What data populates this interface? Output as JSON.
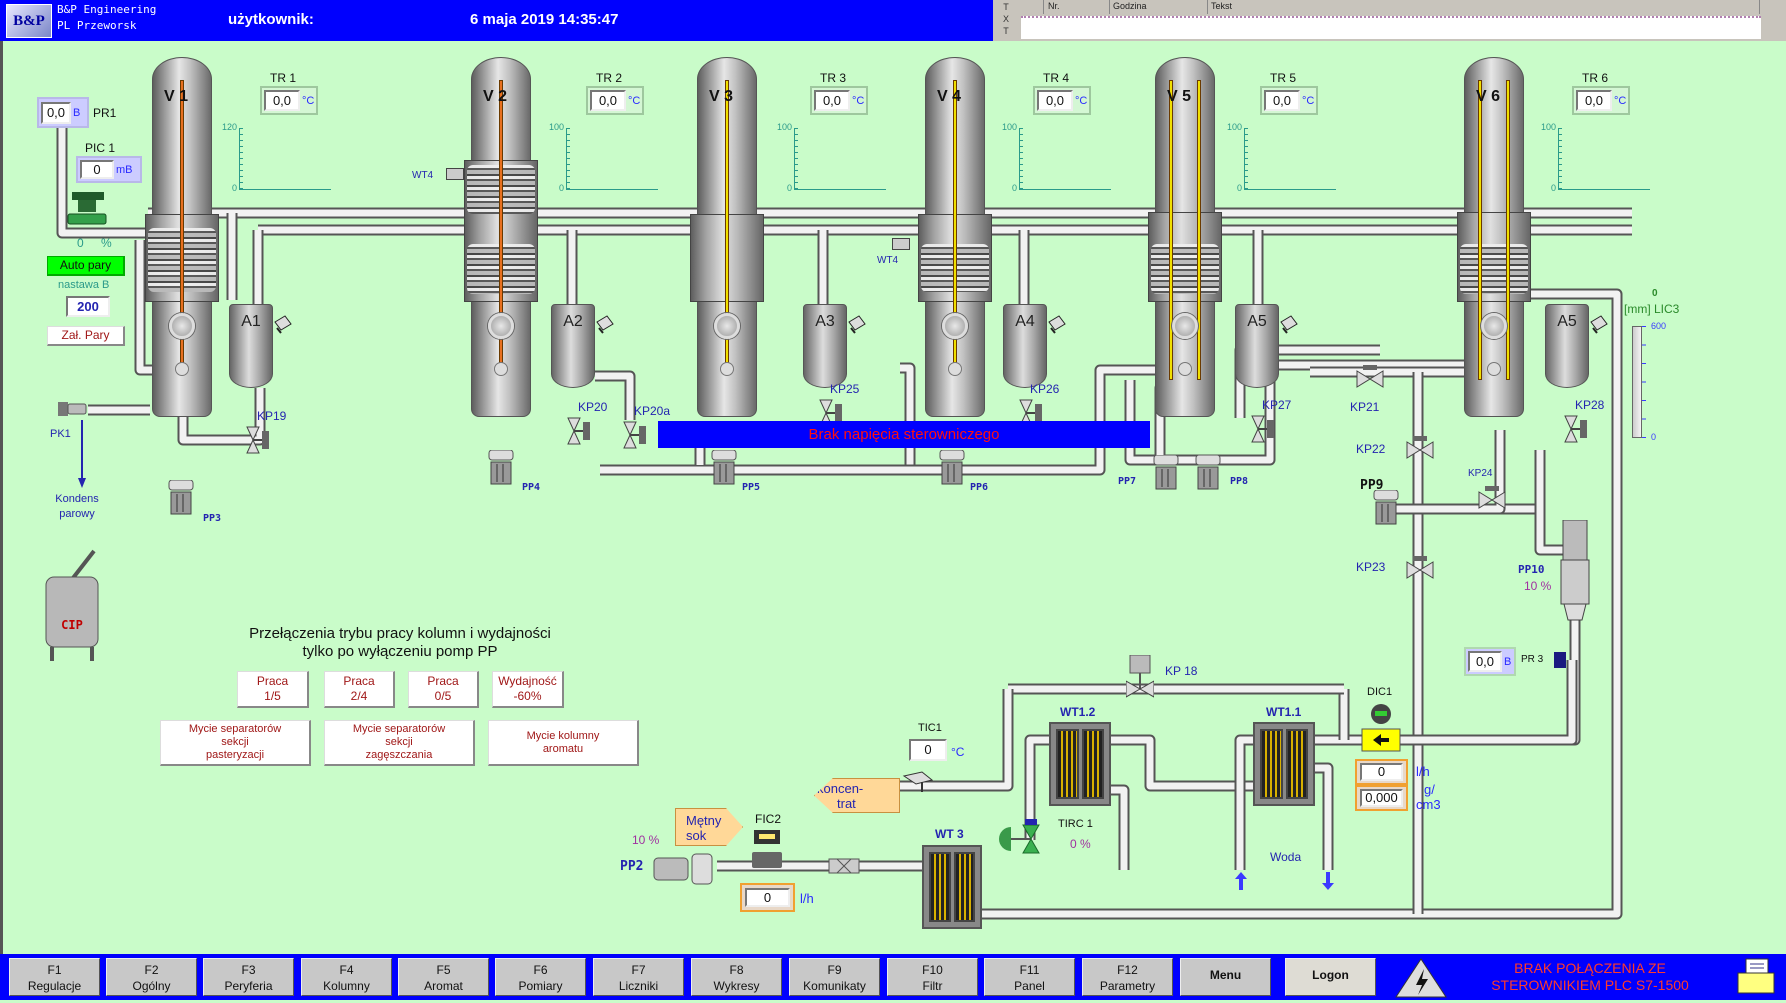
{
  "header": {
    "company_line1": "B&P Engineering",
    "company_line2": "PL Przeworsk",
    "logo_text": "B&P",
    "user_label": "użytkownik:",
    "datetime": "6 maja 2019 14:35:47",
    "txt_bar": [
      "T",
      "X",
      "T"
    ],
    "alarm_columns": [
      "Nr.",
      "Godzina",
      "Tekst"
    ]
  },
  "columns": [
    {
      "name": "V 1",
      "tr_label": "TR 1",
      "tr_value": "0,0",
      "tr_unit": "°C",
      "chart_max": "120",
      "chart_min": "0",
      "separator": "A1"
    },
    {
      "name": "V 2",
      "tr_label": "TR 2",
      "tr_value": "0,0",
      "tr_unit": "°C",
      "chart_max": "100",
      "chart_min": "0",
      "separator": "A2"
    },
    {
      "name": "V 3",
      "tr_label": "TR 3",
      "tr_value": "0,0",
      "tr_unit": "°C",
      "chart_max": "100",
      "chart_min": "0",
      "separator": "A3"
    },
    {
      "name": "V 4",
      "tr_label": "TR 4",
      "tr_value": "0,0",
      "tr_unit": "°C",
      "chart_max": "100",
      "chart_min": "0",
      "separator": "A4"
    },
    {
      "name": "V 5",
      "tr_label": "TR 5",
      "tr_value": "0,0",
      "tr_unit": "°C",
      "chart_max": "100",
      "chart_min": "0",
      "separator": "A5"
    },
    {
      "name": "V 6",
      "tr_label": "TR 6",
      "tr_value": "0,0",
      "tr_unit": "°C",
      "chart_max": "100",
      "chart_min": "0",
      "separator": "A5"
    }
  ],
  "steam": {
    "pr1_value": "0,0",
    "pr1_unit": "B",
    "pr1_label": "PR1",
    "pic1_label": "PIC 1",
    "pic1_value": "0",
    "pic1_unit": "mB",
    "valve_value": "0",
    "valve_unit": "%",
    "auto_button": "Auto pary",
    "setpoint_label": "nastawa  B",
    "setpoint_value": "200",
    "on_button": "Zał. Pary",
    "pk1_label": "PK1",
    "condensate_label": "Kondens parowy",
    "cip_label": "CIP"
  },
  "valves": {
    "kp19": "KP19",
    "kp20": "KP20",
    "kp20a": "KP20a",
    "kp25": "KP25",
    "kp26": "KP26",
    "kp27": "KP27",
    "kp28": "KP28",
    "kp21": "KP21",
    "kp22": "KP22",
    "kp23": "KP23",
    "kp24": "KP24",
    "kp18": "KP 18",
    "wt4_a": "WT4",
    "wt4_b": "WT4"
  },
  "pumps": {
    "pp3": "PP3",
    "pp4": "PP4",
    "pp5": "PP5",
    "pp6": "PP6",
    "pp7": "PP7",
    "pp8": "PP8",
    "pp9": "PP9",
    "pp10": "PP10",
    "pp10_value": "10  %",
    "pp2": "PP2",
    "pp2_value": "10  %"
  },
  "banner": "Brak napięcia sterowniczego",
  "mode": {
    "note_line1": "Przełączenia trybu pracy kolumn i wydajności",
    "note_line2": "tylko po wyłączeniu pomp PP",
    "buttons": [
      {
        "l1": "Praca",
        "l2": "1/5"
      },
      {
        "l1": "Praca",
        "l2": "2/4"
      },
      {
        "l1": "Praca",
        "l2": "0/5"
      },
      {
        "l1": "Wydajność",
        "l2": "-60%"
      }
    ],
    "wash": [
      {
        "l1": "Mycie separatorów",
        "l2": "sekcji",
        "l3": "pasteryzacji"
      },
      {
        "l1": "Mycie separatorów",
        "l2": "sekcji",
        "l3": "zagęszczania"
      },
      {
        "l1": "Mycie kolumny",
        "l2": "aromatu",
        "l3": ""
      }
    ]
  },
  "process": {
    "juice_l1": "Mętny",
    "juice_l2": "sok",
    "fic2_label": "FIC2",
    "fic2_value": "0",
    "fic2_unit": "l/h",
    "wt3": "WT 3",
    "conc_l1": "koncen-",
    "conc_l2": "trat",
    "tic1_label": "TIC1",
    "tic1_value": "0",
    "tic1_unit": "°C",
    "wt12": "WT1.2",
    "wt11": "WT1.1",
    "tirc1_label": "TIRC 1",
    "tirc1_value": "0  %",
    "water": "Woda",
    "dic1_label": "DIC1",
    "dic1_flow": "0",
    "dic1_flow_unit": "l/h",
    "dic1_density": "0,000",
    "dic1_density_unit_l1": "g/",
    "dic1_density_unit_l2": "cm3",
    "pr3_value": "0,0",
    "pr3_unit": "B",
    "pr3_label": "PR 3",
    "lic3_value": "0",
    "lic3_label": "[mm] LIC3",
    "lic3_max": "600",
    "lic3_min": "0",
    "lic3_level": 0
  },
  "footer": {
    "keys": [
      {
        "k": "F1",
        "l": "Regulacje"
      },
      {
        "k": "F2",
        "l": "Ogólny"
      },
      {
        "k": "F3",
        "l": "Peryferia"
      },
      {
        "k": "F4",
        "l": "Kolumny"
      },
      {
        "k": "F5",
        "l": "Aromat"
      },
      {
        "k": "F6",
        "l": "Pomiary"
      },
      {
        "k": "F7",
        "l": "Liczniki"
      },
      {
        "k": "F8",
        "l": "Wykresy"
      },
      {
        "k": "F9",
        "l": "Komunikaty"
      },
      {
        "k": "F10",
        "l": "Filtr"
      },
      {
        "k": "F11",
        "l": "Panel"
      },
      {
        "k": "F12",
        "l": "Parametry"
      }
    ],
    "menu": "Menu",
    "logon": "Logon",
    "plc_l1": "BRAK POŁĄCZENIA ZE",
    "plc_l2": "STEROWNIKIEM PLC S7-1500"
  },
  "colors": {
    "background": "#c9fcc9",
    "bar": "#0000fe",
    "banner_text": "#ff0000",
    "auto_on": "#00ff00"
  }
}
